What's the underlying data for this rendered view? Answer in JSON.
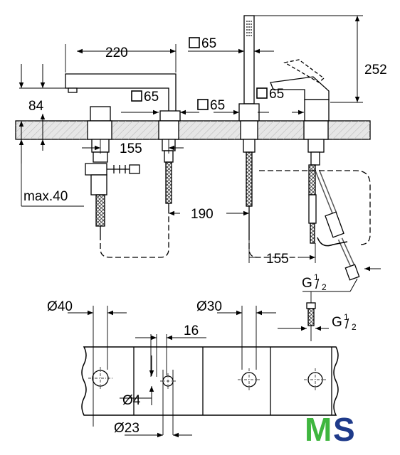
{
  "dimensions": {
    "spout_reach": "220",
    "square_top": "65",
    "square_spout": "65",
    "square_mid": "65",
    "square_handle": "65",
    "total_height": "252",
    "spout_height": "84",
    "spacing_1": "155",
    "spacing_2": "190",
    "spacing_3": "155",
    "max_deck": "max.40",
    "thread_1_prefix": "G",
    "thread_1_num": "1",
    "thread_1_den": "2",
    "thread_2_prefix": "G",
    "thread_2_num": "1",
    "thread_2_den": "2",
    "dia_40": "Ø40",
    "dia_30": "Ø30",
    "dia_4": "Ø4",
    "dia_23": "Ø23",
    "dim_16": "16"
  },
  "logo": {
    "m": "M",
    "s": "S",
    "m_color": "#3fb63f",
    "s_color": "#1e3a8a"
  },
  "colors": {
    "line": "#000000",
    "deck": "#e6e6e6",
    "hose": "#555555"
  }
}
